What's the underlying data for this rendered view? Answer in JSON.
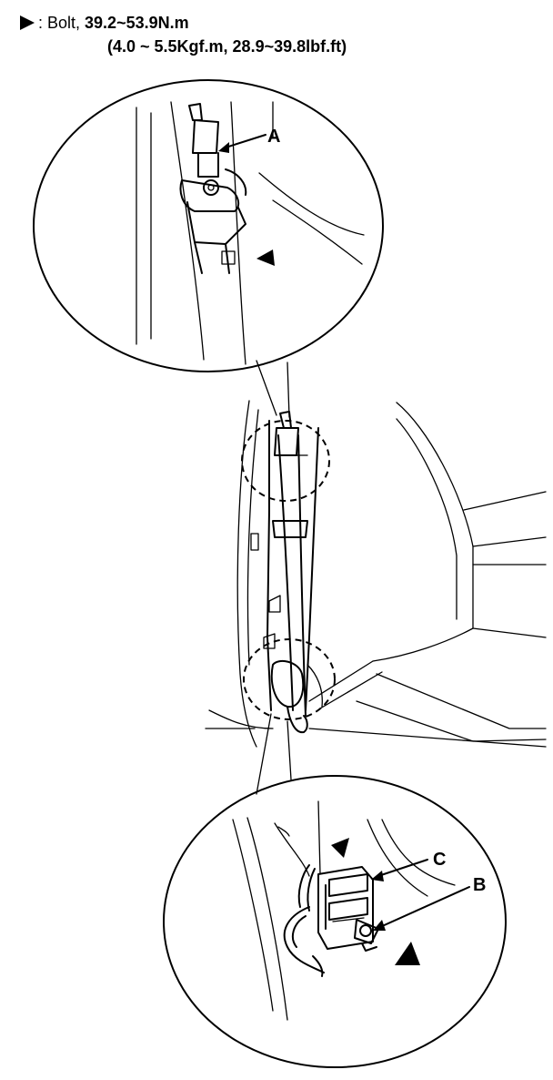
{
  "header": {
    "bolt_prefix": ": Bolt, ",
    "torque_nm": "39.2~53.9N.m",
    "torque_alt": "(4.0 ~ 5.5Kgf.m, 28.9~39.8lbf.ft)"
  },
  "callouts": {
    "a": "A",
    "b": "B",
    "c": "C"
  },
  "icons": {
    "bolt_marker": "triangle-arrow-icon"
  }
}
